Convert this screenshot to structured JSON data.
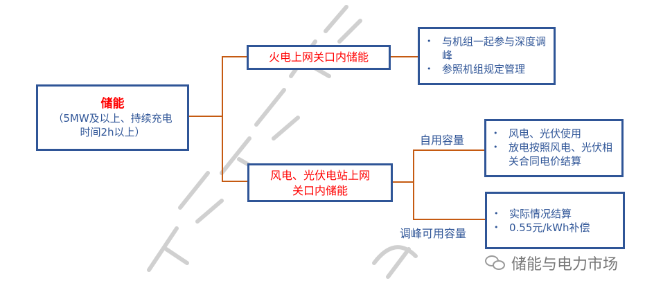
{
  "watermark": "储能与电力市场",
  "root": {
    "title": "储能",
    "subtitle": "（5MW及以上、持续充电时间2h以上）"
  },
  "branch1": {
    "label": "火电上网关口内储能",
    "items": [
      "与机组一起参与深度调峰",
      "参照机组规定管理"
    ]
  },
  "branch2": {
    "label": "风电、光伏电站上网关口内储能",
    "sub1": {
      "label": "自用容量",
      "items": [
        "风电、光伏使用",
        "放电按照风电、光伏相关合同电价结算"
      ]
    },
    "sub2": {
      "label": "调峰可用容量",
      "items": [
        "实际情况结算",
        "0.55元/kWh补偿"
      ]
    }
  },
  "footer": {
    "account": "储能与电力市场"
  }
}
